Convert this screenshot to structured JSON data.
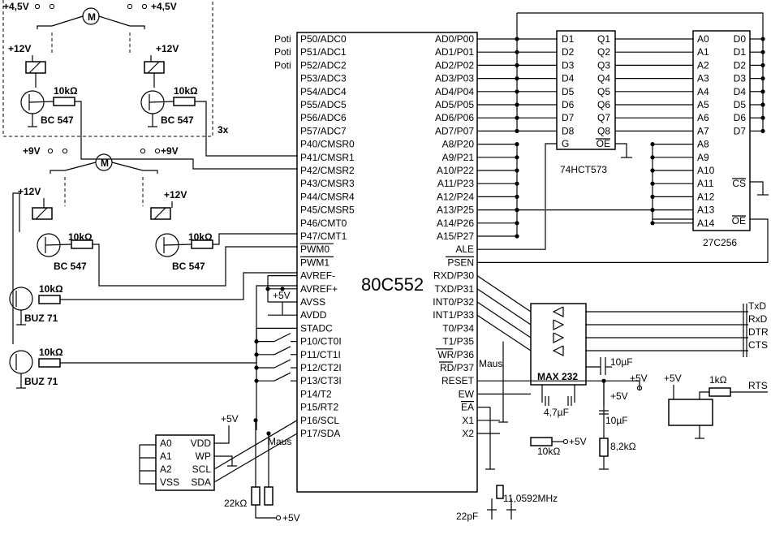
{
  "mcu": {
    "name": "80C552",
    "left_pins": [
      "P50/ADC0",
      "P51/ADC1",
      "P52/ADC2",
      "P53/ADC3",
      "P54/ADC4",
      "P55/ADC5",
      "P56/ADC6",
      "P57/ADC7",
      "P40/CMSR0",
      "P41/CMSR1",
      "P42/CMSR2",
      "P43/CMSR3",
      "P44/CMSR4",
      "P45/CMSR5",
      "P46/CMT0",
      "P47/CMT1",
      "PWM0",
      "PWM1",
      "AVREF-",
      "AVREF+",
      "AVSS",
      "AVDD",
      "STADC",
      "P10/CT0I",
      "P11/CT1I",
      "P12/CT2I",
      "P13/CT3I",
      "P14/T2",
      "P15/RT2",
      "P16/SCL",
      "P17/SDA"
    ],
    "right_pins": [
      "AD0/P00",
      "AD1/P01",
      "AD2/P02",
      "AD3/P03",
      "AD4/P04",
      "AD5/P05",
      "AD6/P06",
      "AD7/P07",
      "A8/P20",
      "A9/P21",
      "A10/P22",
      "A11/P23",
      "A12/P24",
      "A13/P25",
      "A14/P26",
      "A15/P27",
      "ALE",
      "PSEN",
      "RXD/P30",
      "TXD/P31",
      "INT0/P32",
      "INT1/P33",
      "T0/P34",
      "T1/P35",
      "WR/P36",
      "RD/P37",
      "RESET",
      "EW",
      "EA",
      "X1",
      "X2"
    ],
    "poti_label": "Poti"
  },
  "latch": {
    "name": "74HCT573",
    "d_pins": [
      "D1",
      "D2",
      "D3",
      "D4",
      "D5",
      "D6",
      "D7",
      "D8"
    ],
    "q_pins": [
      "Q1",
      "Q2",
      "Q3",
      "Q4",
      "Q5",
      "Q6",
      "Q7",
      "Q8"
    ],
    "g": "G",
    "oe": "OE"
  },
  "eprom": {
    "name": "27C256",
    "a_pins": [
      "A0",
      "A1",
      "A2",
      "A3",
      "A4",
      "A5",
      "A6",
      "A7",
      "A8",
      "A9",
      "A10",
      "A11",
      "A12",
      "A13",
      "A14"
    ],
    "d_pins": [
      "D0",
      "D1",
      "D2",
      "D3",
      "D4",
      "D5",
      "D6",
      "D7"
    ],
    "cs": "CS",
    "oe": "OE"
  },
  "max232": {
    "name": "MAX 232",
    "cap": "10µF",
    "cap2": "4,7µF"
  },
  "eeprom": {
    "pins_left": [
      "A0",
      "A1",
      "A2",
      "VSS"
    ],
    "pins_right": [
      "VDD",
      "WP",
      "SCL",
      "SDA"
    ]
  },
  "rs232": [
    "TxD",
    "RxD",
    "DTR",
    "CTS",
    "RTS"
  ],
  "labels": {
    "v45a": "+4,5V",
    "v45b": "+4,5V",
    "v12a": "+12V",
    "v12b": "+12V",
    "r1": "10kΩ",
    "r2": "10kΩ",
    "t1": "BC 547",
    "t2": "BC 547",
    "x3": "3x",
    "v9a": "+9V",
    "v9b": "+9V",
    "v12c": "+12V",
    "v12d": "+12V",
    "r3": "10kΩ",
    "r4": "10kΩ",
    "t3": "BC 547",
    "t4": "BC 547",
    "r5": "10kΩ",
    "buz1": "BUZ 71",
    "r6": "10kΩ",
    "buz2": "BUZ 71",
    "motor": "M",
    "v5a": "+5V",
    "v5b": "+5V",
    "v5c": "+5V",
    "v5d": "+5V",
    "v5e": "+5V",
    "v5f": "+5V",
    "v5g": "+5V",
    "maus1": "Maus",
    "maus2": "Maus",
    "r22k": "22kΩ",
    "c10": "10µF",
    "r82": "8,2kΩ",
    "r1k": "1kΩ",
    "rew": "10kΩ",
    "xtal": "11,0592MHz",
    "c22": "22pF"
  }
}
